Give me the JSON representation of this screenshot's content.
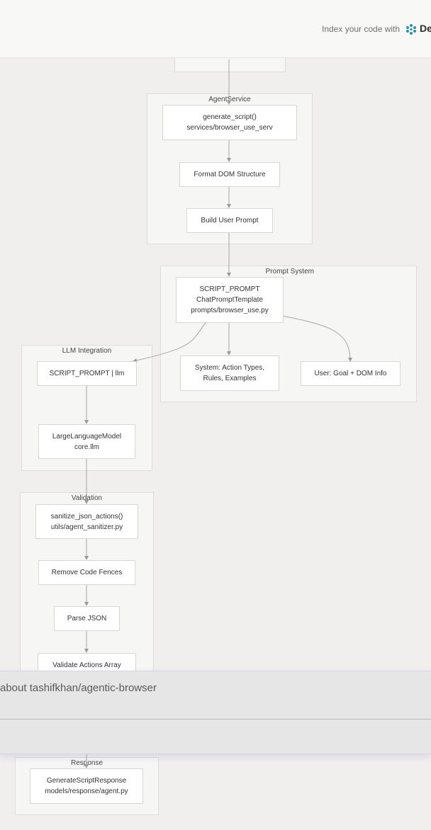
{
  "header": {
    "index_text": "Index your code with",
    "brand": "De",
    "logo_icon": "devin-logo-icon"
  },
  "diagram": {
    "groups": {
      "agent_service": "AgentService",
      "prompt_system": "Prompt System",
      "llm_integration": "LLM Integration",
      "validation": "Validation",
      "response": "Response"
    },
    "nodes": {
      "generate_script": [
        "generate_script()",
        "services/browser_use_serv"
      ],
      "format_dom": [
        "Format DOM Structure"
      ],
      "build_prompt": [
        "Build User Prompt"
      ],
      "script_prompt": [
        "SCRIPT_PROMPT",
        "ChatPromptTemplate",
        "prompts/browser_use.py"
      ],
      "system_node": [
        "System: Action Types,",
        "Rules, Examples"
      ],
      "user_node": [
        "User: Goal + DOM Info"
      ],
      "prompt_llm": [
        "SCRIPT_PROMPT | llm"
      ],
      "llm_model": [
        "LargeLanguageModel",
        "core.llm"
      ],
      "sanitize": [
        "sanitize_json_actions()",
        "utils/agent_sanitizer.py"
      ],
      "remove_fences": [
        "Remove Code Fences"
      ],
      "parse_json": [
        "Parse JSON"
      ],
      "validate_actions": [
        "Validate Actions Array"
      ],
      "response_node": [
        "GenerateScriptResponse",
        "models/response/agent.py"
      ]
    }
  },
  "chat": {
    "question": "about tashifkhan/agentic-browser",
    "input_placeholder": ""
  }
}
